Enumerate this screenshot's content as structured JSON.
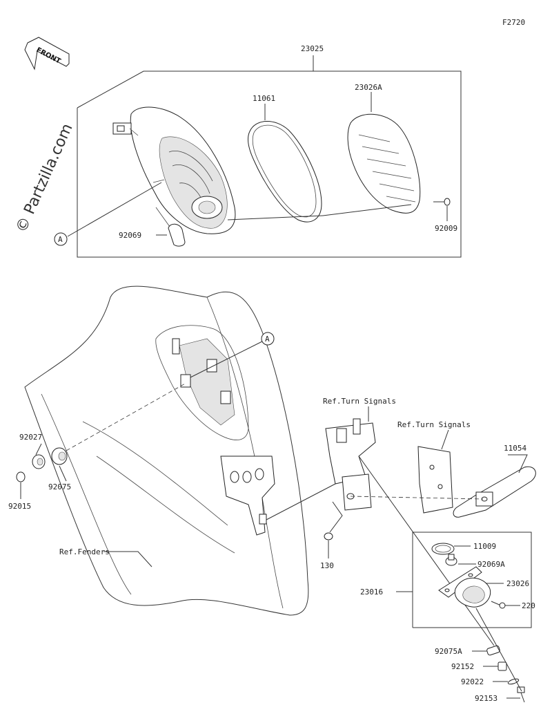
{
  "figure_code": "F2720",
  "watermark": "© Partzilla.com",
  "front_label": "FRONT",
  "callout_A": "A",
  "refs": {
    "turn_signals_1": "Ref.Turn Signals",
    "turn_signals_2": "Ref.Turn Signals",
    "fenders": "Ref.Fenders"
  },
  "parts": {
    "p23025": "23025",
    "p11061": "11061",
    "p23026A": "23026A",
    "p92009": "92009",
    "p92069": "92069",
    "p92027": "92027",
    "p92075": "92075",
    "p92015": "92015",
    "p11054": "11054",
    "p130": "130",
    "p11009": "11009",
    "p92069A": "92069A",
    "p23026": "23026",
    "p220": "220",
    "p23016": "23016",
    "p92075A": "92075A",
    "p92152": "92152",
    "p92022": "92022",
    "p92153": "92153"
  }
}
